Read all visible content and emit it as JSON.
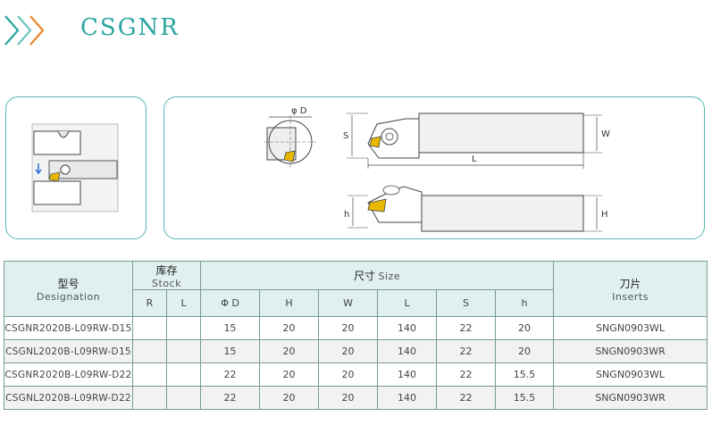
{
  "header": {
    "title": "CSGNR"
  },
  "diagram": {
    "labels": {
      "phi_d": "φ D",
      "s": "S",
      "w": "W",
      "l": "L",
      "h_small": "h",
      "h_big": "H"
    }
  },
  "table": {
    "designation_cn": "型号",
    "designation_en": "Designation",
    "stock_cn": "库存",
    "stock_en": "Stock",
    "stock_cols": [
      "R",
      "L"
    ],
    "size_cn": "尺寸",
    "size_en": "Size",
    "size_cols": [
      "Φ D",
      "H",
      "W",
      "L",
      "S",
      "h"
    ],
    "inserts_cn": "刀片",
    "inserts_en": "Inserts",
    "rows": [
      {
        "designation": "CSGNR2020B-L09RW-D15",
        "r": "",
        "l": "",
        "d": "15",
        "H": "20",
        "W": "20",
        "L": "140",
        "S": "22",
        "h": "20",
        "insert": "SNGN0903WL"
      },
      {
        "designation": "CSGNL2020B-L09RW-D15",
        "r": "",
        "l": "",
        "d": "15",
        "H": "20",
        "W": "20",
        "L": "140",
        "S": "22",
        "h": "20",
        "insert": "SNGN0903WR"
      },
      {
        "designation": "CSGNR2020B-L09RW-D22",
        "r": "",
        "l": "",
        "d": "22",
        "H": "20",
        "W": "20",
        "L": "140",
        "S": "22",
        "h": "15.5",
        "insert": "SNGN0903WL"
      },
      {
        "designation": "CSGNL2020B-L09RW-D22",
        "r": "",
        "l": "",
        "d": "22",
        "H": "20",
        "W": "20",
        "L": "140",
        "S": "22",
        "h": "15.5",
        "insert": "SNGN0903WR"
      }
    ]
  }
}
